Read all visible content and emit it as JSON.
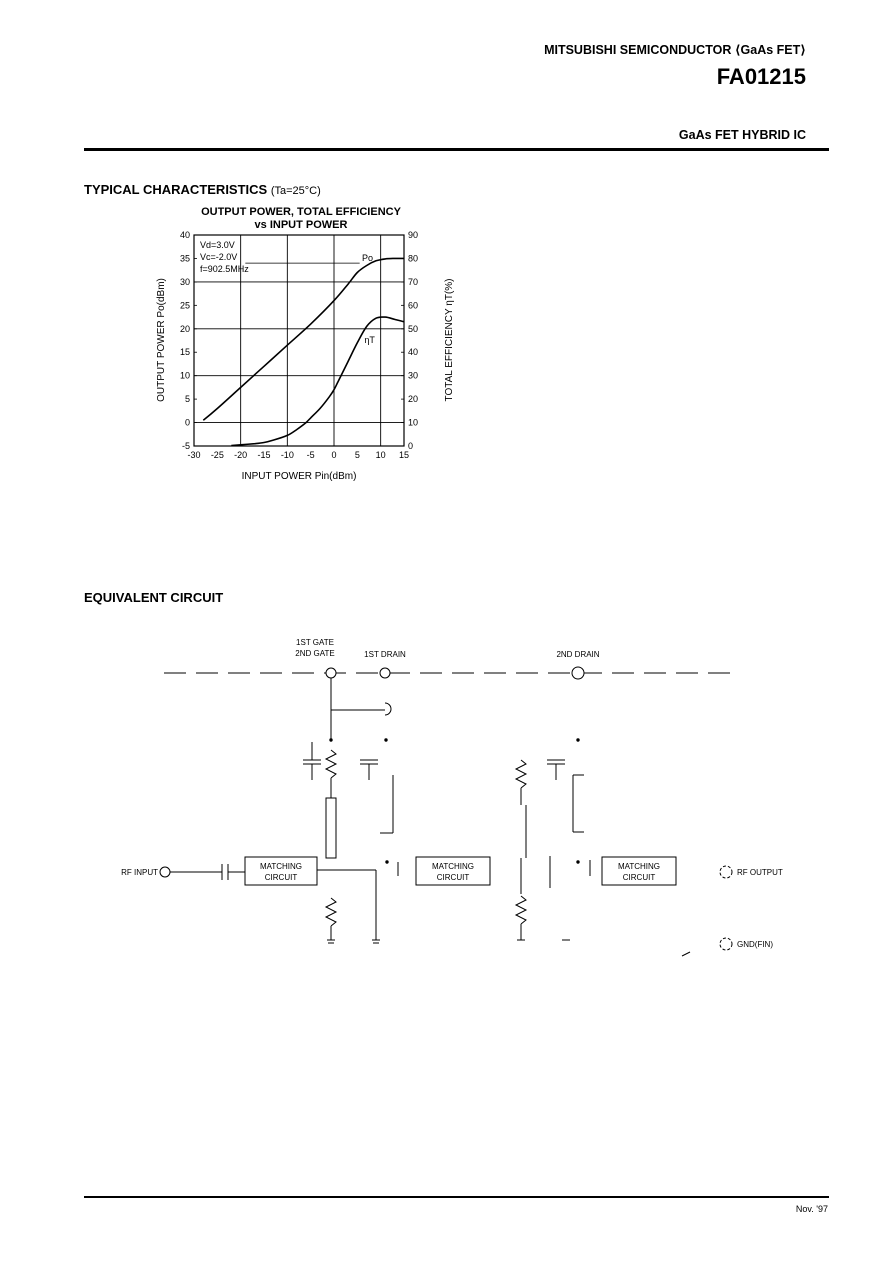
{
  "header": {
    "company": "MITSUBISHI SEMICONDUCTOR ⟨GaAs FET⟩",
    "part_number": "FA01215",
    "product_type": "GaAs FET HYBRID IC"
  },
  "sections": {
    "typical": "TYPICAL CHARACTERISTICS",
    "typical_condition": "(Ta=25°C)",
    "equivalent": "EQUIVALENT CIRCUIT"
  },
  "chart_data": {
    "type": "line",
    "title_line1": "OUTPUT POWER, TOTAL EFFICIENCY",
    "title_line2": "vs INPUT POWER",
    "xlabel": "INPUT POWER Pin(dBm)",
    "ylabel_left": "OUTPUT POWER Po(dBm)",
    "ylabel_right": "TOTAL EFFICIENCY ηT(%)",
    "xlim": [
      -30,
      15
    ],
    "ylim_left": [
      -5,
      40
    ],
    "ylim_right": [
      0,
      90
    ],
    "x_ticks": [
      -30,
      -25,
      -20,
      -15,
      -10,
      -5,
      0,
      5,
      10,
      15
    ],
    "y_ticks_left": [
      -5,
      0,
      5,
      10,
      15,
      20,
      25,
      30,
      35,
      40
    ],
    "y_ticks_right": [
      0,
      10,
      20,
      30,
      40,
      50,
      60,
      70,
      80,
      90
    ],
    "grid": true,
    "conditions": [
      "Vd=3.0V",
      "Vc=-2.0V",
      "f=902.5MHz"
    ],
    "series": [
      {
        "name": "Po",
        "axis": "left",
        "x": [
          -28,
          -25,
          -20,
          -15,
          -10,
          -5,
          0,
          3,
          5,
          7,
          9,
          11,
          13,
          15
        ],
        "y": [
          0.5,
          3.0,
          7.5,
          12.0,
          16.5,
          21.0,
          26.0,
          29.5,
          32.0,
          33.5,
          34.5,
          34.9,
          35.0,
          35.0
        ]
      },
      {
        "name": "ηT",
        "axis": "right",
        "x": [
          -22,
          -20,
          -17,
          -15,
          -13,
          -10,
          -8,
          -6,
          -5,
          -3,
          -1,
          0,
          1,
          3,
          5,
          7,
          9,
          11,
          13,
          15
        ],
        "y": [
          0.2,
          0.5,
          1.0,
          1.5,
          2.5,
          4.5,
          7.0,
          10.0,
          12.0,
          16.0,
          21.0,
          24.0,
          28.0,
          36.0,
          44.0,
          51.0,
          54.5,
          55.0,
          54.0,
          53.0
        ]
      }
    ]
  },
  "circuit": {
    "labels": {
      "gate1": "1ST GATE",
      "gate2": "2ND GATE",
      "drain1": "1ST DRAIN",
      "drain2": "2ND DRAIN",
      "rf_input": "RF INPUT",
      "rf_output": "RF OUTPUT",
      "gnd": "GND(FIN)",
      "matching": "MATCHING",
      "circuit": "CIRCUIT"
    }
  },
  "footer": {
    "date": "Nov. '97"
  }
}
